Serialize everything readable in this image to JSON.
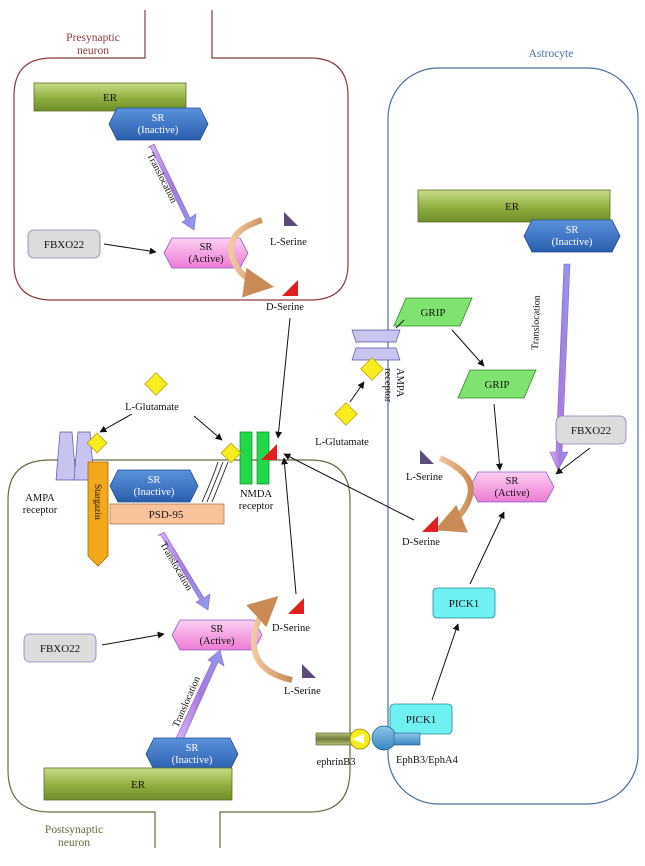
{
  "regions": {
    "presynaptic": "Presynaptic\nneuron",
    "postsynaptic": "Postsynaptic\nneuron",
    "astrocyte": "Astrocyte"
  },
  "presynaptic": {
    "er": "ER",
    "sr_inactive": "SR\n(Inactive)",
    "translocation": "Translocation",
    "fbxo22": "FBXO22",
    "sr_active": "SR\n(Active)",
    "l_serine": "L-Serine",
    "d_serine": "D-Serine"
  },
  "synapse": {
    "l_glutamate": "L-Glutamate",
    "ampa_receptor": "AMPA\nreceptor",
    "stargazin": "Stargazin",
    "sr_inactive": "SR\n(Inactive)",
    "psd95": "PSD-95",
    "nmda_receptor": "NMDA\nreceptor"
  },
  "postsynaptic": {
    "translocation_upper": "Translocation",
    "fbxo22": "FBXO22",
    "sr_active": "SR\n(Active)",
    "d_serine": "D-Serine",
    "l_serine": "L-Serine",
    "translocation_lower": "Translocation",
    "sr_inactive": "SR\n(Inactive)",
    "er": "ER",
    "ephrinb3": "ephrinB3"
  },
  "astrocyte": {
    "grip_top": "GRIP",
    "grip_lower": "GRIP",
    "ampa_receptor": "AMPA\nreceptor",
    "l_glutamate": "L-Glutamate",
    "er": "ER",
    "sr_inactive": "SR\n(Inactive)",
    "translocation": "Translocation",
    "fbxo22": "FBXO22",
    "sr_active": "SR\n(Active)",
    "l_serine": "L-Serine",
    "d_serine": "D-Serine",
    "pick1_upper": "PICK1",
    "pick1_lower": "PICK1",
    "ephb3": "EphB3/EphA4"
  },
  "colors": {
    "presynaptic_outline": "#8b3a3a",
    "postsynaptic_outline": "#6b6a40",
    "astrocyte_outline": "#4a6fa0",
    "er_green": "#8fae3e",
    "sr_blue": "#3a73c2",
    "sr_active_pink": "#f59be0",
    "fbxo22_gray": "#dcdcdc",
    "grip_green": "#7fe36f",
    "pick1_cyan": "#6ff0f2",
    "glutamate_yellow": "#f6ec1f",
    "d_serine_red": "#e02020",
    "l_serine_purple": "#5b4a7a",
    "stargazin_orange": "#f2a81a",
    "psd95_peach": "#f8c39a",
    "nmda_green": "#22d84a",
    "ampa_lavender": "#c8c4f0",
    "translocation_arrow": "#b98ae6",
    "arc_arrow": "#d9a87a"
  }
}
